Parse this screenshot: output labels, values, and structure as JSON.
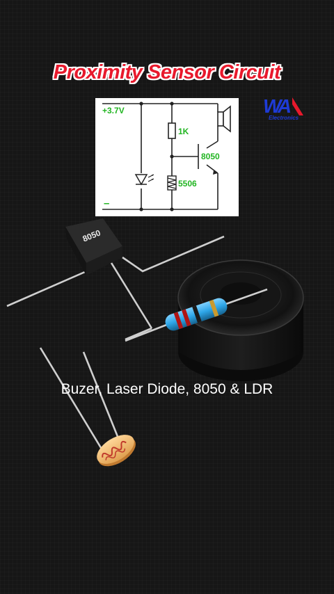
{
  "title": "Proximity Sensor Circuit",
  "schematic": {
    "supply_label": "+3.7V",
    "ground_label": "–",
    "resistor_label": "1K",
    "transistor_label": "8050",
    "ldr_label": "5506"
  },
  "logo": {
    "mark": "WA",
    "sub": "Electronics"
  },
  "component_label": "8050",
  "caption": "Buzer, Laser Diode, 8050 & LDR",
  "colors": {
    "title": "#e8192c",
    "schematic_text": "#22b522",
    "logo_blue": "#1e3bd6",
    "logo_red": "#e8192c"
  }
}
